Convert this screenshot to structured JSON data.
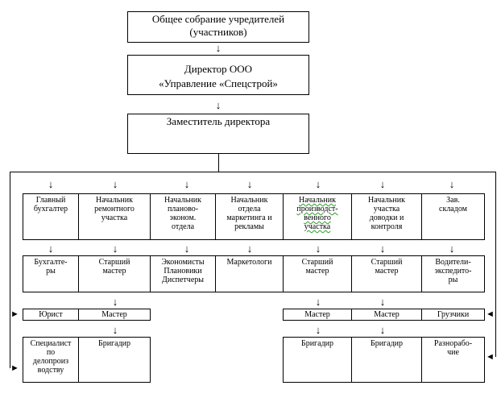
{
  "top": {
    "assembly": "Общее собрание учредителей\n(участников)",
    "director": "Директор ООО\n«Управление «Спецстрой»",
    "deputy": "Заместитель директора"
  },
  "heads": [
    "Главный\nбухгалтер",
    "Начальник\nремонтного\nучастка",
    "Начальник\nпланово-\nэконом.\nотдела",
    "Начальник\nотдела\nмаркетинга и\nрекламы",
    "Начальник\nпроизводст-\nвенного\nучастка",
    "Начальник\nучастка\nдоводки и\nконтроля",
    "Зав.\nскладом"
  ],
  "staff": [
    "Бухгалте-\nры",
    "Старший\nмастер",
    "Экономисты\nПлановики\nДиспетчеры",
    "Маркетологи",
    "Старший\nмастер",
    "Старший\nмастер",
    "Водители-\nэкспедито-\nры"
  ],
  "row3": {
    "lawyer": "Юрист",
    "master_repair": "Мастер",
    "master_prod": "Мастер",
    "master_control": "Мастер",
    "loaders": "Грузчики"
  },
  "row4": {
    "specialist": "Специалист\nпо\nделопроиз\nводству",
    "brigadier_repair": "Бригадир",
    "brigadier_prod": "Бригадир",
    "brigadier_control": "Бригадир",
    "laborers": "Разнорабо-\nчие"
  },
  "glyphs": {
    "arrow_down": "↓",
    "arrow_left": "◄",
    "arrow_right": "►"
  }
}
